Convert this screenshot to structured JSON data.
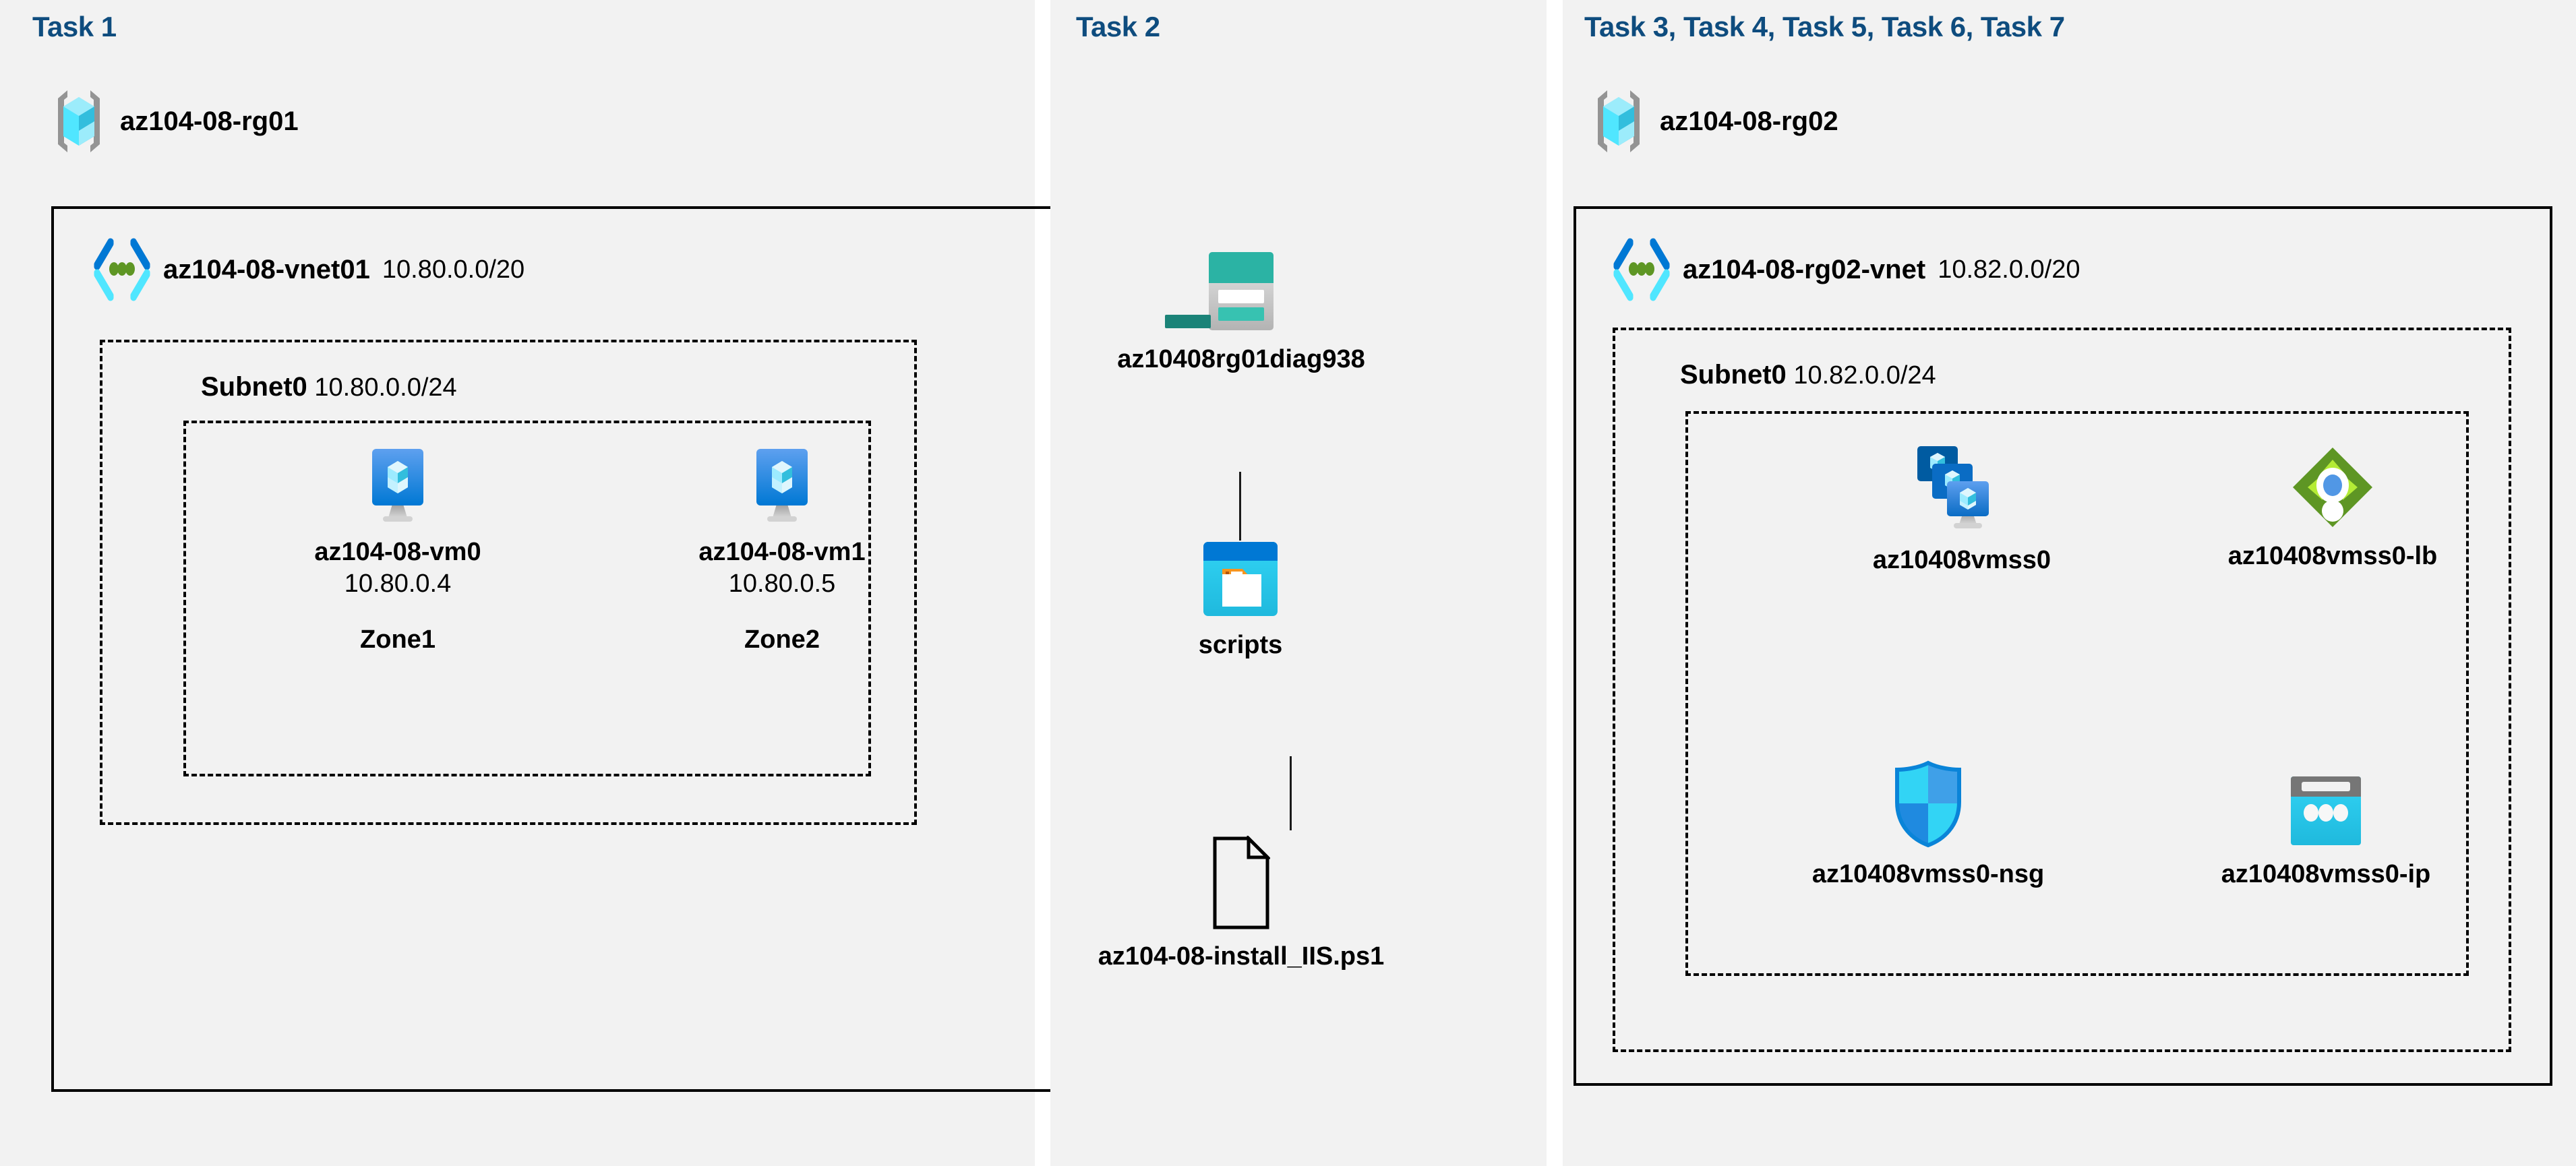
{
  "panels": [
    {
      "id": "task1",
      "heading": "Task 1"
    },
    {
      "id": "task2",
      "heading": "Task 2"
    },
    {
      "id": "task357",
      "heading": "Task 3, Task 4, Task 5, Task 6, Task 7"
    }
  ],
  "task1": {
    "heading": "Task 1",
    "resource_group": {
      "name": "az104-08-rg01",
      "icon": "resource-group-icon"
    },
    "vnet": {
      "name": "az104-08-vnet01",
      "cidr": "10.80.0.0/20",
      "icon": "virtual-network-icon"
    },
    "subnet": {
      "name": "Subnet0",
      "cidr": "10.80.0.0/24"
    },
    "vms": [
      {
        "name": "az104-08-vm0",
        "ip": "10.80.0.4",
        "zone": "Zone1",
        "icon": "virtual-machine-icon"
      },
      {
        "name": "az104-08-vm1",
        "ip": "10.80.0.5",
        "zone": "Zone2",
        "icon": "virtual-machine-icon"
      }
    ]
  },
  "task2": {
    "heading": "Task 2",
    "storage_account": {
      "name": "az10408rg01diag938",
      "icon": "storage-account-icon"
    },
    "container": {
      "name": "scripts",
      "icon": "blob-container-icon"
    },
    "file": {
      "name": "az104-08-install_IIS.ps1",
      "icon": "script-file-icon"
    }
  },
  "task357": {
    "heading": "Task 3, Task 4, Task 5, Task 6, Task 7",
    "resource_group": {
      "name": "az104-08-rg02",
      "icon": "resource-group-icon"
    },
    "vnet": {
      "name": "az104-08-rg02-vnet",
      "cidr": "10.82.0.0/20",
      "icon": "virtual-network-icon"
    },
    "subnet": {
      "name": "Subnet0",
      "cidr": "10.82.0.0/24"
    },
    "resources": [
      {
        "name": "az10408vmss0",
        "icon": "vm-scale-set-icon"
      },
      {
        "name": "az10408vmss0-lb",
        "icon": "load-balancer-icon"
      },
      {
        "name": "az10408vmss0-nsg",
        "icon": "network-security-group-icon"
      },
      {
        "name": "az10408vmss0-ip",
        "icon": "public-ip-address-icon"
      }
    ]
  },
  "colors": {
    "panel_background": "#f2f2f2",
    "page_background": "#ffffff",
    "heading": "#0e4c7e",
    "border": "#000000",
    "vm_blue": "#0078d4",
    "storage_teal": "#2bb3a4",
    "container_blue": "#0078d4",
    "lb_green": "#6fa62a",
    "nsg_cyan": "#32d4f5",
    "ip_cyan": "#32bedd"
  }
}
